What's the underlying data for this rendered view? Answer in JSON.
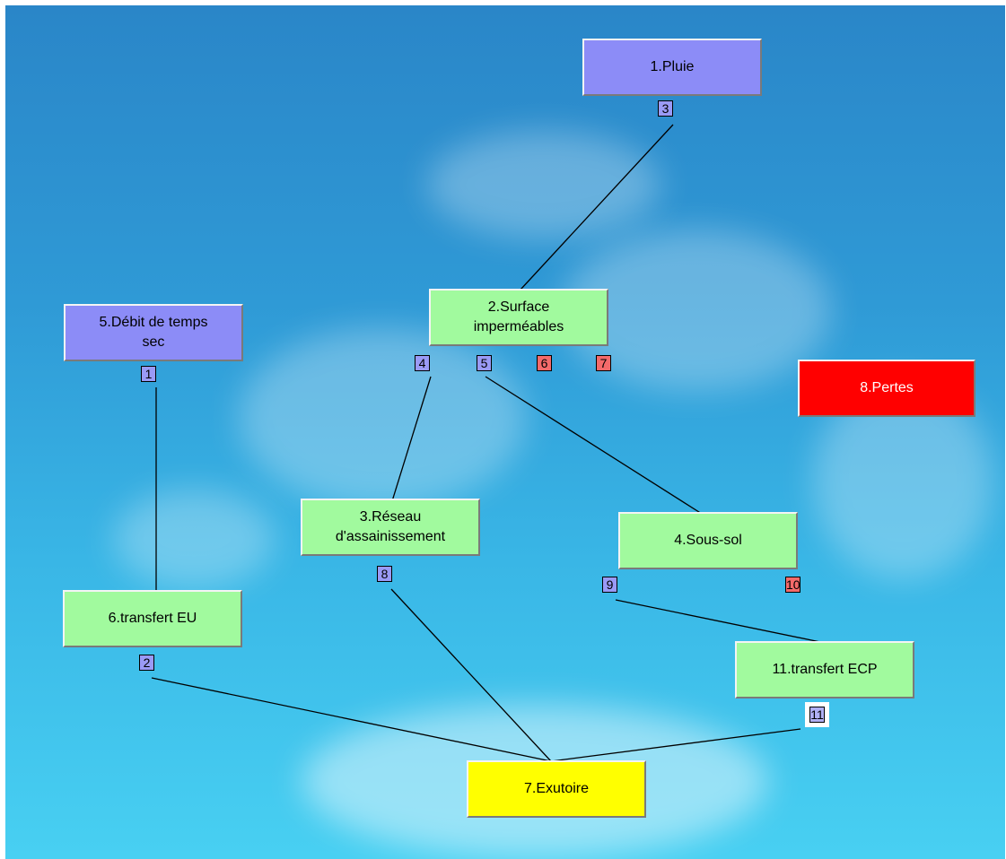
{
  "colors": {
    "blue": "#8c8cf7",
    "green": "#a1fa9e",
    "yellow": "#ffff00",
    "red": "#ff0000",
    "port_in": "#9a9af6",
    "port_out": "#f46a6a"
  },
  "nodes": {
    "pluie": "1.Pluie",
    "surface": "2.Surface\nimperméables",
    "reseau": "3.Réseau\nd'assainissement",
    "soussol": "4.Sous-sol",
    "debit": "5.Débit de temps\nsec",
    "transfert_eu": "6.transfert EU",
    "exutoire": "7.Exutoire",
    "pertes": "8.Pertes",
    "transfert_ecp": "11.transfert ECP"
  },
  "ports": {
    "p1": "1",
    "p2": "2",
    "p3": "3",
    "p4": "4",
    "p5": "5",
    "p6": "6",
    "p7": "7",
    "p8": "8",
    "p9": "9",
    "p10": "10",
    "p11": "11"
  }
}
